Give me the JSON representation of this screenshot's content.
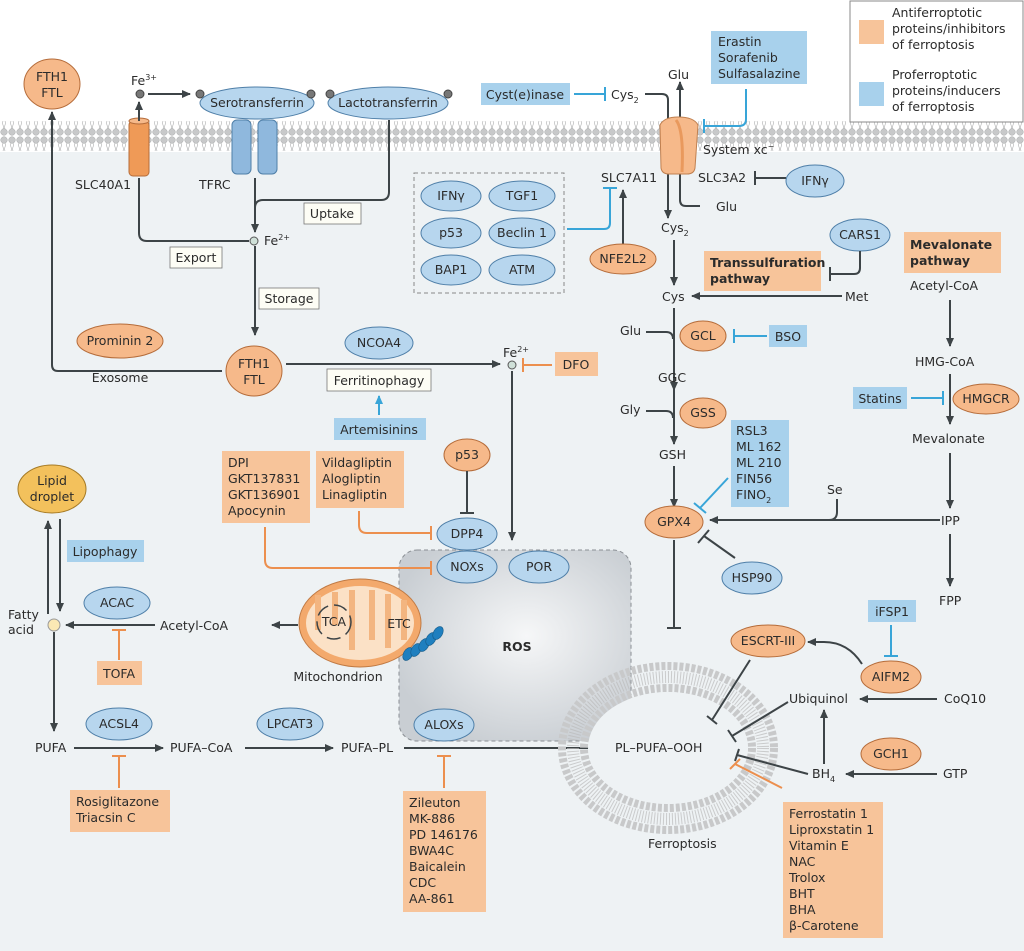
{
  "legend": {
    "anti_label": [
      "Antiferroptotic",
      "proteins/inhibitors",
      "of ferroptosis"
    ],
    "pro_label": [
      "Proferroptotic",
      "proteins/inducers",
      "of ferroptosis"
    ],
    "anti_color": "#f7c49a",
    "pro_color": "#a8d1ec"
  },
  "iron": {
    "fth1_top": [
      "FTH1",
      "FTL"
    ],
    "fe3": "Fe",
    "fe3_sup": "3+",
    "serotransferrin": "Serotransferrin",
    "lactotransferrin": "Lactotransferrin",
    "slc40a1": "SLC40A1",
    "tfrc": "TFRC",
    "uptake": "Uptake",
    "fe2": "Fe",
    "fe2_sup": "2+",
    "export": "Export",
    "storage": "Storage",
    "prominin2": "Prominin 2",
    "exosome": "Exosome",
    "fth1_mid": [
      "FTH1",
      "FTL"
    ],
    "ncoa4": "NCOA4",
    "ferritinophagy": "Ferritinophagy",
    "artemisinins": "Artemisinins",
    "fe2_free": "Fe",
    "fe2_free_sup": "2+",
    "dfo": "DFO"
  },
  "system_xc": {
    "cysteinase": "Cyst(e)inase",
    "cys2_out": "Cys",
    "cys2_sub": "2",
    "glu_out": "Glu",
    "inducers": [
      "Erastin",
      "Sorafenib",
      "Sulfasalazine"
    ],
    "system_label": "System xc",
    "system_sup": "−",
    "slc7a11": "SLC7A11",
    "slc3a2": "SLC3A2",
    "ifng_right": "IFNγ",
    "glu_in": "Glu",
    "cys2_in": "Cys",
    "cys2_in_sub": "2",
    "regulators": [
      "IFNγ",
      "TGF1",
      "p53",
      "Beclin 1",
      "BAP1",
      "ATM"
    ],
    "nfe2l2": "NFE2L2"
  },
  "gsh": {
    "transsulfuration": [
      "Transsulfuration",
      "pathway"
    ],
    "cars1": "CARS1",
    "met": "Met",
    "cys": "Cys",
    "glu": "Glu",
    "gcl": "GCL",
    "bso": "BSO",
    "ggc": "GGC",
    "gly": "Gly",
    "gss": "GSS",
    "gsh": "GSH",
    "gpx4_inhibitors": [
      "RSL3",
      "ML 162",
      "ML 210",
      "FIN56",
      "FINO"
    ],
    "fino_sub": "2",
    "gpx4": "GPX4",
    "hsp90": "HSP90",
    "se": "Se"
  },
  "mevalonate": {
    "title": [
      "Mevalonate",
      "pathway"
    ],
    "acetyl_coa": "Acetyl-CoA",
    "hmg_coa": "HMG-CoA",
    "statins": "Statins",
    "hmgcr": "HMGCR",
    "mevalonate": "Mevalonate",
    "ipp": "IPP",
    "fpp": "FPP"
  },
  "fsp1": {
    "ifsp1": "iFSP1",
    "escrt": "ESCRT-III",
    "aifm2": "AIFM2",
    "ubiquinol": "Ubiquinol",
    "coq10": "CoQ10",
    "gch1": "GCH1",
    "bh4": "BH",
    "bh4_sub": "4",
    "gtp": "GTP"
  },
  "ros": {
    "p53": "p53",
    "dpp4_inhibitors": [
      "Vildagliptin",
      "Alogliptin",
      "Linagliptin"
    ],
    "nox_inhibitors": [
      "DPI",
      "GKT137831",
      "GKT136901",
      "Apocynin"
    ],
    "dpp4": "DPP4",
    "noxs": "NOXs",
    "por": "POR",
    "ros_label": "ROS",
    "alox": "ALOXs",
    "tca": "TCA",
    "etc": "ETC",
    "mitochondrion": "Mitochondrion"
  },
  "lipid": {
    "lipid_droplet": [
      "Lipid",
      "droplet"
    ],
    "lipophagy": "Lipophagy",
    "fatty_acid": [
      "Fatty",
      "acid"
    ],
    "acac": "ACAC",
    "acetyl_coa": "Acetyl-CoA",
    "tofa": "TOFA",
    "pufa": "PUFA",
    "acsl4": "ACSL4",
    "pufa_coa": "PUFA–CoA",
    "lpcat3": "LPCAT3",
    "pufa_pl": "PUFA–PL",
    "acsl4_inhibitors": [
      "Rosiglitazone",
      "Triacsin C"
    ],
    "alox_inhibitors": [
      "Zileuton",
      "MK-886",
      "PD 146176",
      "BWA4C",
      "Baicalein",
      "CDC",
      "AA-861"
    ],
    "pl_pufa_ooh": "PL–PUFA–OOH",
    "ferroptosis": "Ferroptosis",
    "rta_inhibitors": [
      "Ferrostatin 1",
      "Liproxstatin 1",
      "Vitamin E",
      "NAC",
      "Trolox",
      "BHT",
      "BHA",
      "β-Carotene"
    ]
  }
}
